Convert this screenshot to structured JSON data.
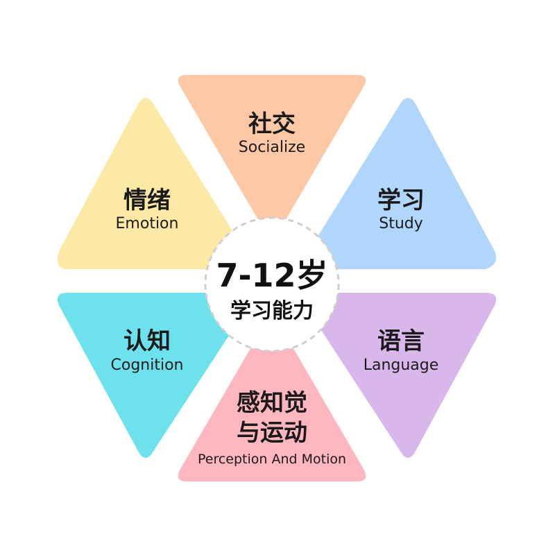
{
  "center": {
    "age": "7-12岁",
    "subtitle": "学习能力"
  },
  "segments": [
    {
      "key": "socialize",
      "zh": "社交",
      "en": "Socialize",
      "color": "#fdc8a5"
    },
    {
      "key": "study",
      "zh": "学习",
      "en": "Study",
      "color": "#b0d6fb"
    },
    {
      "key": "language",
      "zh": "语言",
      "en": "Language",
      "color": "#d8b8ea"
    },
    {
      "key": "perception",
      "zh_line1": "感知觉",
      "zh_line2": "与运动",
      "en": "Perception And Motion",
      "color": "#feb6bf"
    },
    {
      "key": "cognition",
      "zh": "认知",
      "en": "Cognition",
      "color": "#6ee2ec"
    },
    {
      "key": "emotion",
      "zh": "情绪",
      "en": "Emotion",
      "color": "#fce9a5"
    }
  ],
  "colors": {
    "center_fill": "#ffffff",
    "center_border": "#cfcfcf",
    "text": "#1a1a1a"
  }
}
